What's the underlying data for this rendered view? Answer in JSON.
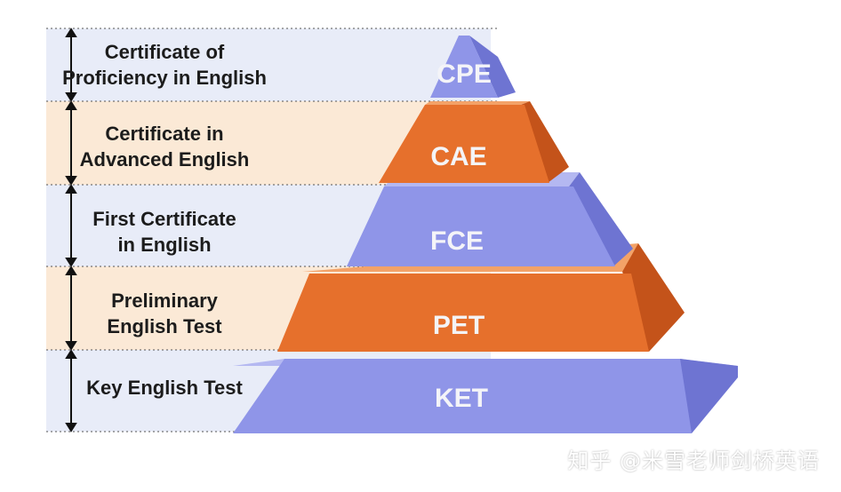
{
  "colors": {
    "blue_face": "#8f95e8",
    "blue_top": "#b4b8f1",
    "blue_side": "#6e74d2",
    "orange_face": "#e6702c",
    "orange_top": "#f3a268",
    "orange_side": "#c4531a",
    "band_blue": "#e8ecf8",
    "band_orange": "#fbe9d6",
    "level_text": "#f4f4f8",
    "label_text": "#1c1c1c"
  },
  "levels": [
    {
      "code": "CPE",
      "name_lines": [
        "Certificate of",
        "Proficiency in English"
      ],
      "color": "blue"
    },
    {
      "code": "CAE",
      "name_lines": [
        "Certificate in",
        "Advanced English"
      ],
      "color": "orange"
    },
    {
      "code": "FCE",
      "name_lines": [
        "First Certificate",
        "in English"
      ],
      "color": "blue"
    },
    {
      "code": "PET",
      "name_lines": [
        "Preliminary",
        "English Test"
      ],
      "color": "orange"
    },
    {
      "code": "KET",
      "name_lines": [
        "Key English Test"
      ],
      "color": "blue"
    }
  ],
  "watermark": "知乎 @米雪老师剑桥英语"
}
